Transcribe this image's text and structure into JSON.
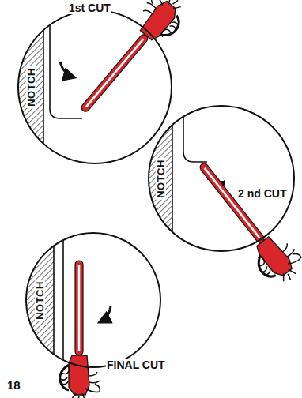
{
  "diagram": {
    "nodes": [
      {
        "text": [
          "NOTCH"
        ]
      },
      {
        "text": [
          "NOTCH"
        ]
      },
      {
        "text": [
          "NOTCH"
        ]
      }
    ],
    "labels": [
      "1st CUT",
      "2 nd CUT",
      "FINAL CUT",
      "18"
    ]
  }
}
